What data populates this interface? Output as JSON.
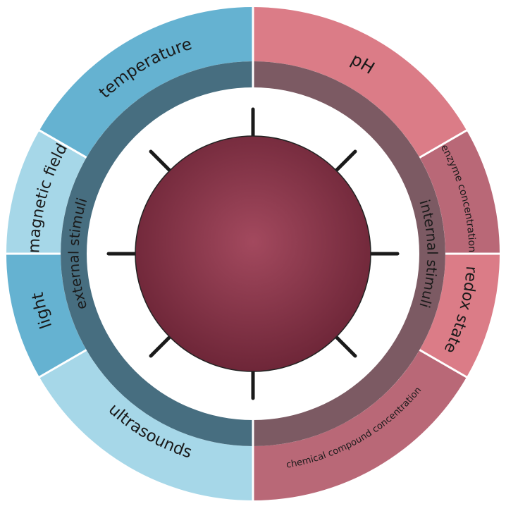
{
  "diagram": {
    "outer_segments": [
      {
        "id": "temperature",
        "label": "temperature",
        "color": "#65b2d1",
        "group": "external"
      },
      {
        "id": "ph",
        "label": "pH",
        "color": "#db7c87",
        "group": "internal"
      },
      {
        "id": "enzyme",
        "label": "enzyme concentration",
        "color": "#b96877",
        "group": "internal"
      },
      {
        "id": "redox",
        "label": "redox state",
        "color": "#db7c87",
        "group": "internal"
      },
      {
        "id": "chemical",
        "label": "chemical compound concentration",
        "color": "#b96877",
        "group": "internal"
      },
      {
        "id": "ultrasounds",
        "label": "ultrasounds",
        "color": "#a6d7e8",
        "group": "external"
      },
      {
        "id": "light",
        "label": "light",
        "color": "#65b2d1",
        "group": "external"
      },
      {
        "id": "magnetic",
        "label": "magnetic field",
        "color": "#a6d7e8",
        "group": "external"
      }
    ],
    "inner_ring": {
      "external": {
        "label": "external stimuli",
        "color": "#476e80"
      },
      "internal": {
        "label": "internal stimuli",
        "color": "#7c5a63"
      }
    },
    "core": {
      "color_center": "#a3495e",
      "color_edge": "#6e2638",
      "spikes": 8,
      "spike_color": "#1a1a1a"
    }
  }
}
